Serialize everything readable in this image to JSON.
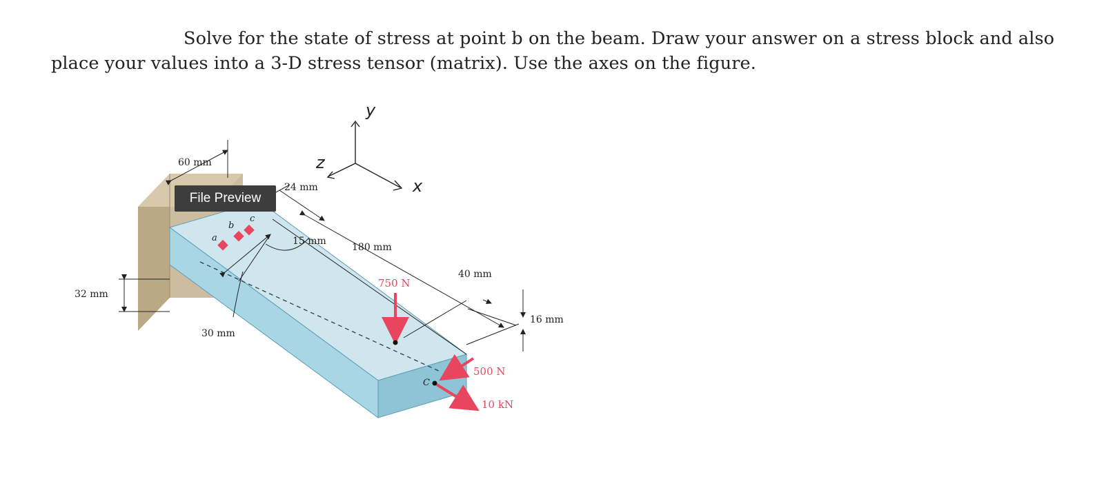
{
  "problem": {
    "text": "Solve for the state of stress at point b on the beam. Draw your answer on a stress block and also place your values into a 3-D stress tensor (matrix). Use the axes on the figure."
  },
  "figure": {
    "axes": {
      "y": "y",
      "x": "x",
      "z": "z"
    },
    "dimensions": {
      "d60": "60 mm",
      "d24": "24 mm",
      "d15": "15 mm",
      "d180": "180 mm",
      "d40": "40 mm",
      "d32": "32 mm",
      "d16": "16 mm",
      "d30": "30 mm"
    },
    "forces": {
      "f750": "750 N",
      "f500": "500 N",
      "f10k": "10 kN"
    },
    "points": {
      "a": "a",
      "b": "b",
      "c": "c",
      "C": "C"
    },
    "colors": {
      "beam_top": "#cfe6ee",
      "beam_front": "#a9d6e5",
      "beam_side": "#8fc3d6",
      "wall": "#c9b99d",
      "force": "#e8465f"
    }
  },
  "overlay": {
    "file_preview_label": "File Preview"
  }
}
